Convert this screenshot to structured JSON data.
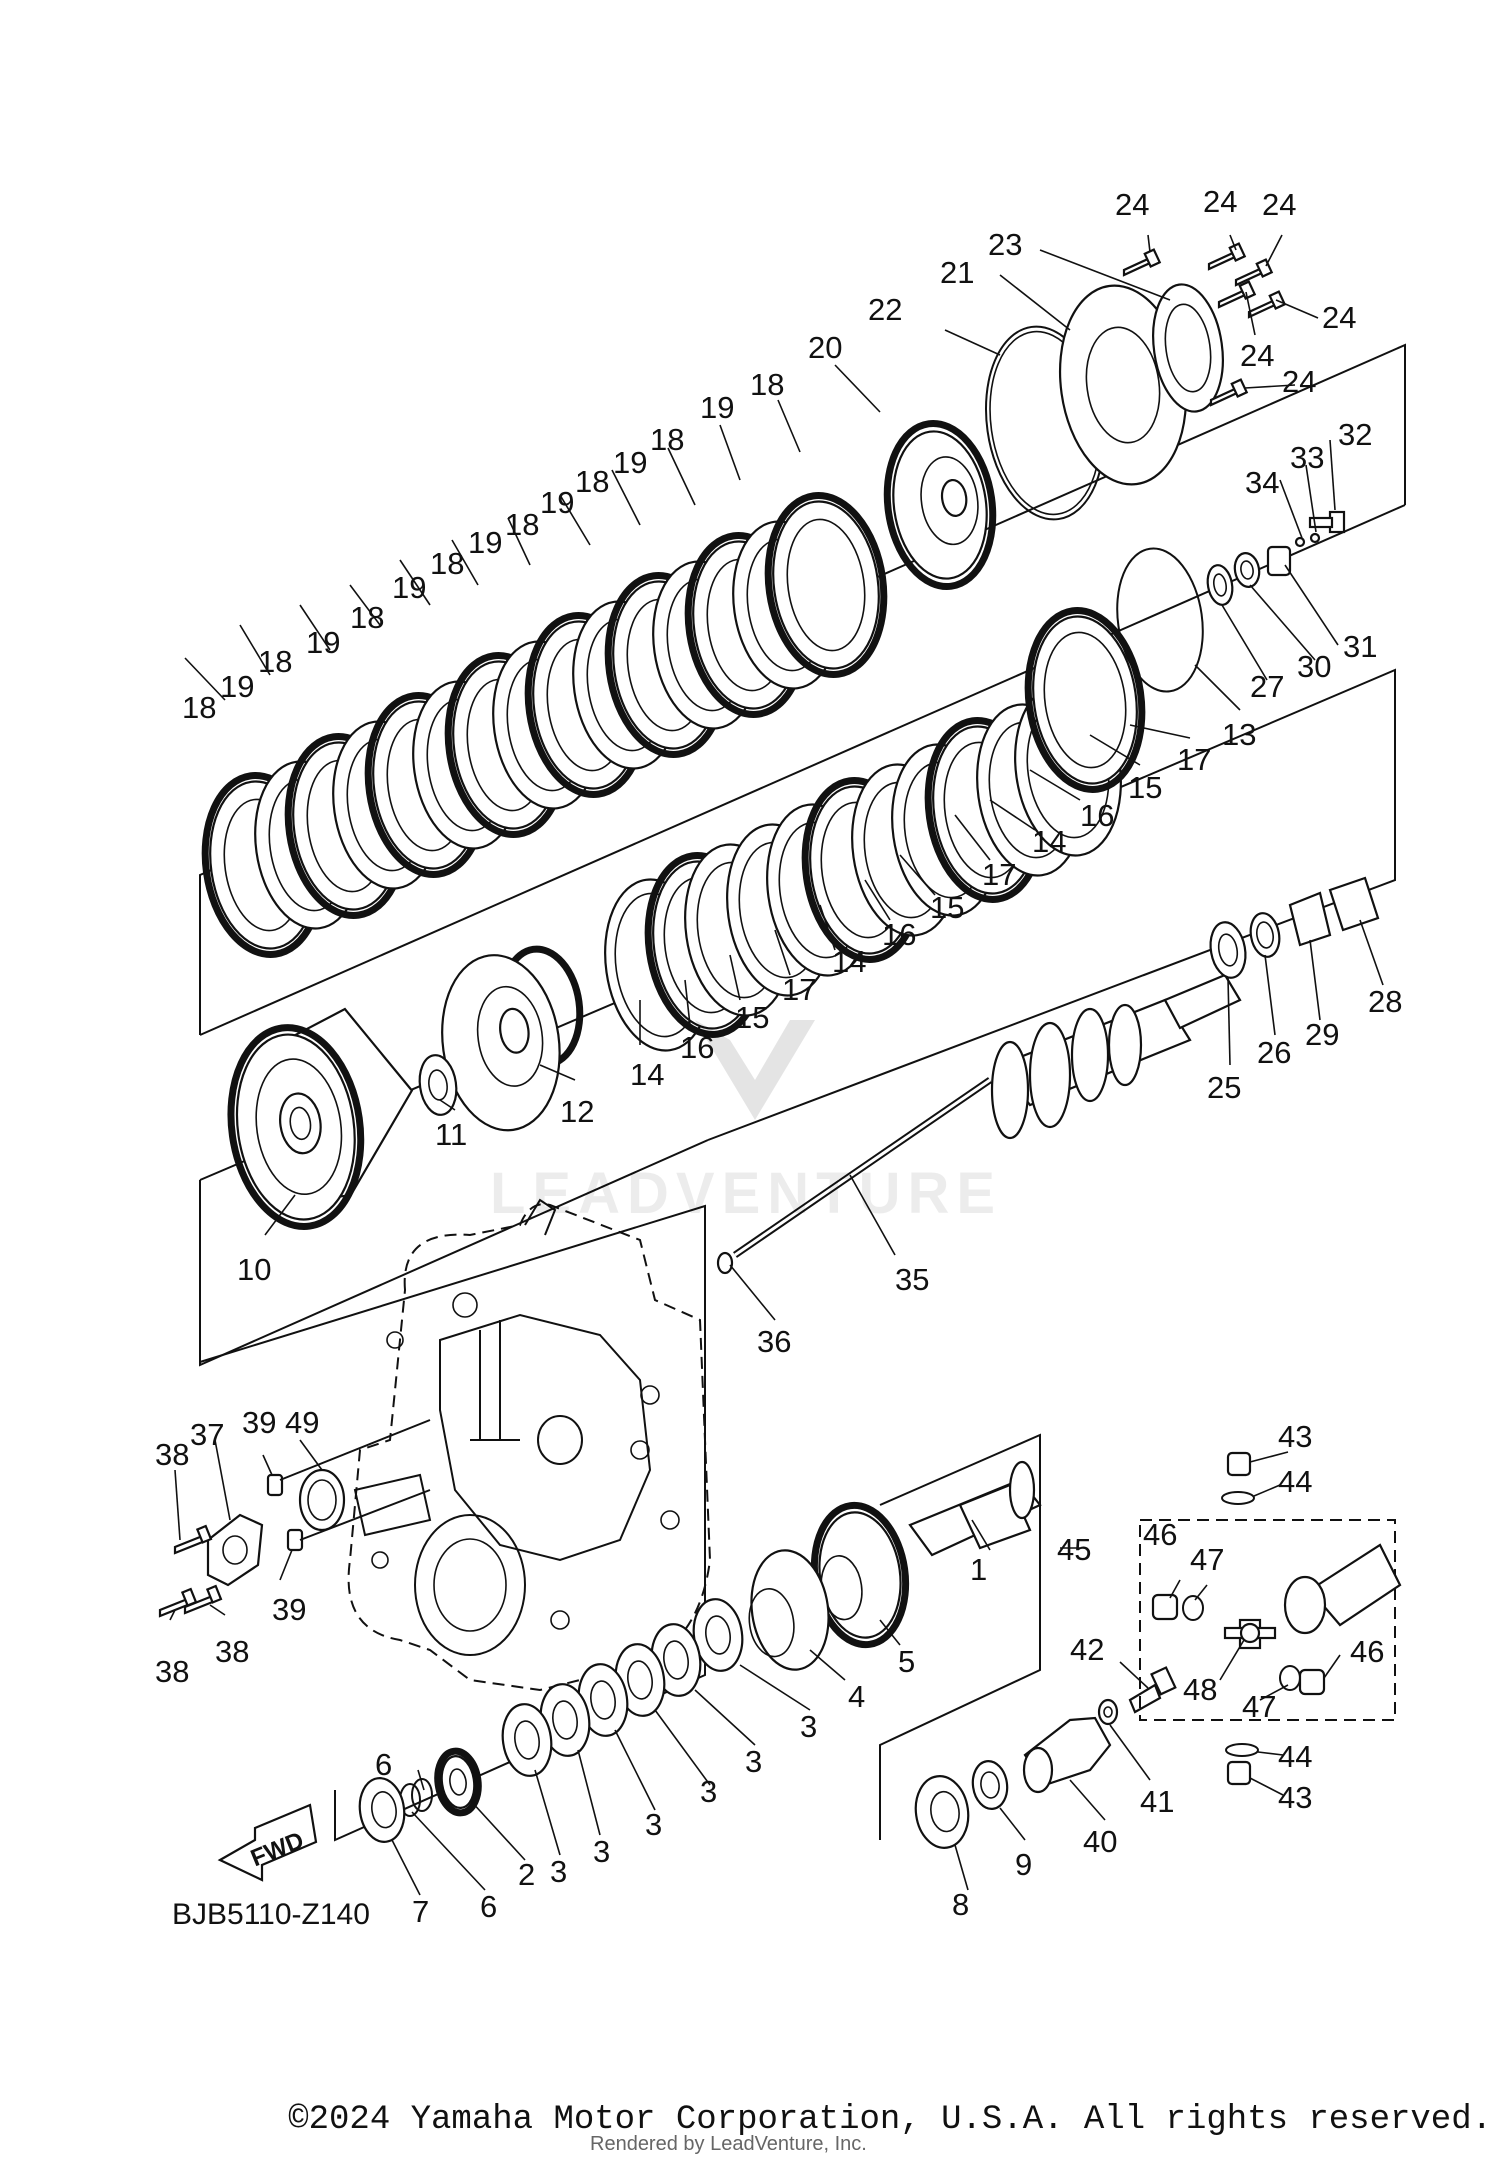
{
  "diagram": {
    "code": "BJB5110-Z140",
    "fwd_label": "FWD",
    "watermark": "LEADVENTURE",
    "copyright": "©2024 Yamaha Motor Corporation, U.S.A. All rights reserved.",
    "rendered_by": "Rendered by LeadVenture, Inc."
  },
  "callouts": [
    "1",
    "2",
    "3",
    "4",
    "5",
    "6",
    "7",
    "8",
    "9",
    "10",
    "11",
    "12",
    "13",
    "14",
    "15",
    "16",
    "17",
    "18",
    "19",
    "20",
    "21",
    "22",
    "23",
    "24",
    "25",
    "26",
    "27",
    "28",
    "29",
    "30",
    "31",
    "32",
    "33",
    "34",
    "35",
    "36",
    "37",
    "38",
    "39",
    "40",
    "41",
    "42",
    "43",
    "44",
    "45",
    "46",
    "47",
    "48",
    "49"
  ]
}
